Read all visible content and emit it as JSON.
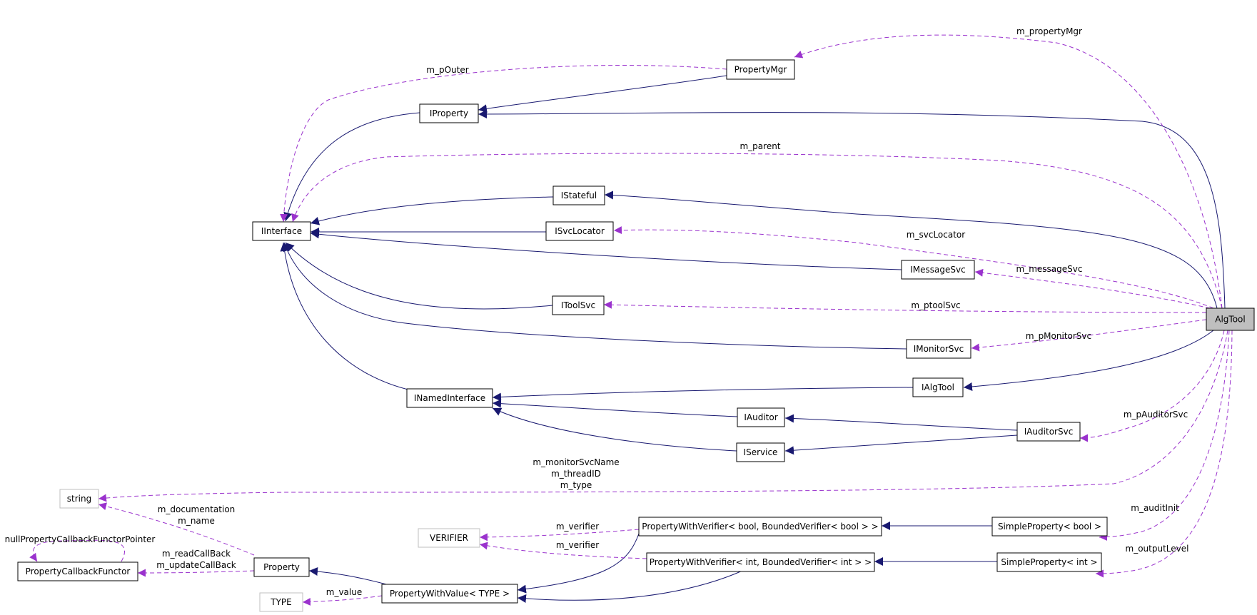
{
  "colors": {
    "inheritance_edge": "#191970",
    "usage_edge": "#9a32cd",
    "focus_node_fill": "#bfbfbf",
    "external_node_border": "#bfbfbf"
  },
  "nodes": {
    "algtool": "AlgTool",
    "propertymgr": "PropertyMgr",
    "iproperty": "IProperty",
    "iinterface": "IInterface",
    "istateful": "IStateful",
    "isvclocator": "ISvcLocator",
    "imessagesvc": "IMessageSvc",
    "itoolsvc": "IToolSvc",
    "imonitorsvc": "IMonitorSvc",
    "ialgtool": "IAlgTool",
    "inamedinterface": "INamedInterface",
    "iauditor": "IAuditor",
    "iauditorsvc": "IAuditorSvc",
    "iservice": "IService",
    "string": "string",
    "verifier": "VERIFIER",
    "pwv_bool": "PropertyWithVerifier< bool, BoundedVerifier< bool > >",
    "sp_bool": "SimpleProperty< bool >",
    "pwv_int": "PropertyWithVerifier< int, BoundedVerifier< int > >",
    "sp_int": "SimpleProperty< int >",
    "property": "Property",
    "pcf": "PropertyCallbackFunctor",
    "type": "TYPE",
    "pwvalue": "PropertyWithValue< TYPE >"
  },
  "edge_labels": {
    "m_propertyMgr": "m_propertyMgr",
    "m_pOuter": "m_pOuter",
    "m_parent": "m_parent",
    "m_svcLocator": "m_svcLocator",
    "m_messageSvc": "m_messageSvc",
    "m_ptoolSvc": "m_ptoolSvc",
    "m_pMonitorSvc": "m_pMonitorSvc",
    "m_pAuditorSvc": "m_pAuditorSvc",
    "string_members_1": "m_monitorSvcName",
    "string_members_2": "m_threadID",
    "string_members_3": "m_type",
    "property_string_1": "m_documentation",
    "property_string_2": "m_name",
    "null_pointer": "nullPropertyCallbackFunctorPointer",
    "callbacks_1": "m_readCallBack",
    "callbacks_2": "m_updateCallBack",
    "m_verifier_bool": "m_verifier",
    "m_verifier_int": "m_verifier",
    "m_value": "m_value",
    "m_auditInit": "m_auditInit",
    "m_outputLevel": "m_outputLevel"
  }
}
